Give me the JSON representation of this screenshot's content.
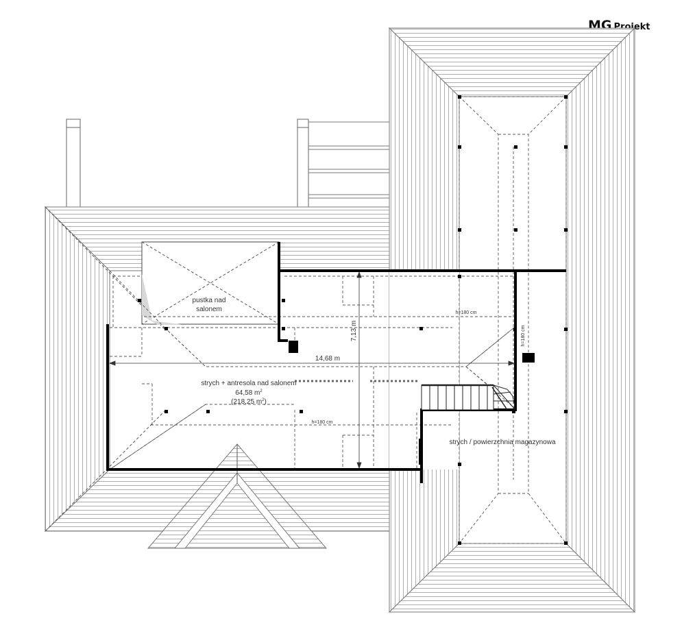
{
  "brand": {
    "mark": "MG",
    "word": "Projekt"
  },
  "labels": {
    "void": [
      "pustka nad",
      "salonem"
    ],
    "attic": [
      "strych + antresola nad salonem",
      "64,58 m",
      "(218,25 m",
      ")"
    ],
    "storage": "strych / powierzchnia magazynowa"
  },
  "superscript": "2",
  "dimensions": {
    "length": "14,68 m",
    "width": "7,13 m",
    "headroom_label": "h=180 cm"
  },
  "colors": {
    "line": "#555555",
    "wall": "#000000",
    "hatch": "#9a9a9a"
  }
}
